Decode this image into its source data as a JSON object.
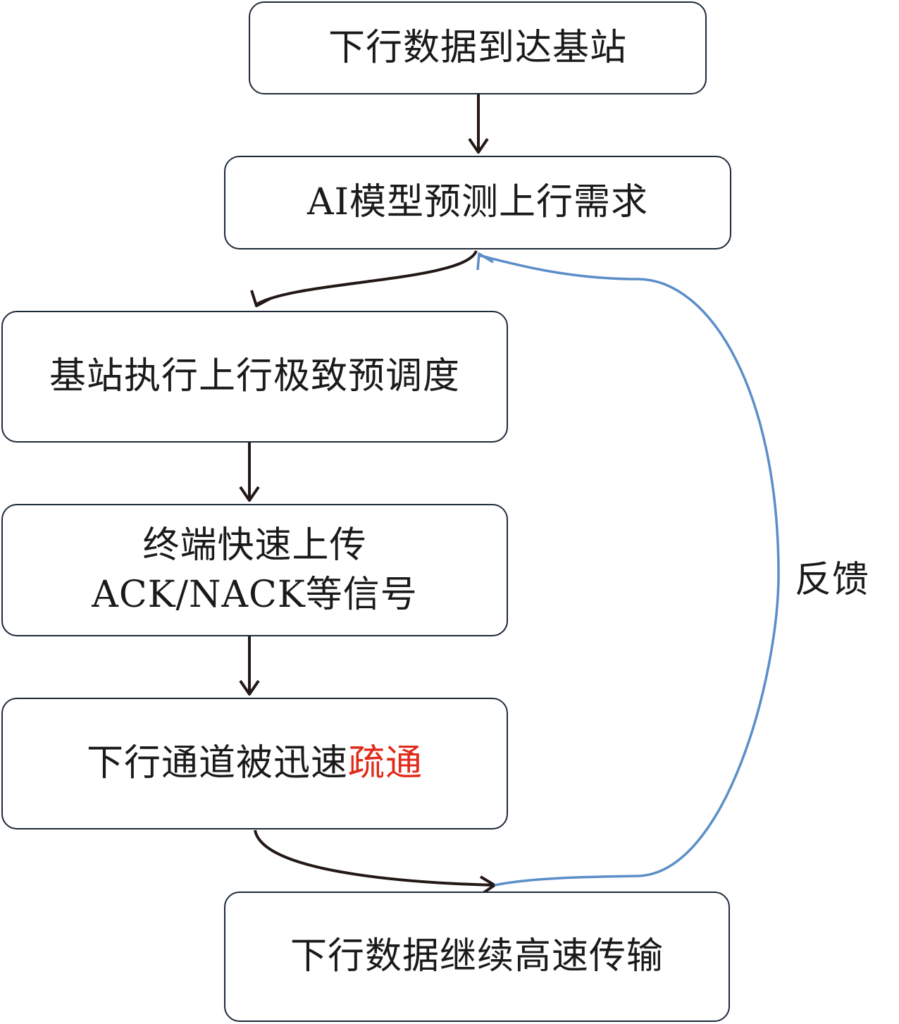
{
  "steps": [
    {
      "id": "step-1",
      "text": "下行数据到达基站"
    },
    {
      "id": "step-2",
      "text": "AI模型预测上行需求"
    },
    {
      "id": "step-3",
      "text": "基站执行上行极致预调度"
    },
    {
      "id": "step-4",
      "line1": "终端快速上传",
      "line2": "ACK/NACK等信号"
    },
    {
      "id": "step-5",
      "text_main": "下行通道被迅速",
      "text_highlight": "疏通"
    },
    {
      "id": "step-6",
      "text": "下行数据继续高速传输"
    }
  ],
  "feedback": {
    "label": "反馈"
  },
  "colors": {
    "arrow": "#231815",
    "feedback_arrow": "#5b8ec8",
    "highlight": "#e02a1a",
    "box_border": "#1e2a3a"
  }
}
